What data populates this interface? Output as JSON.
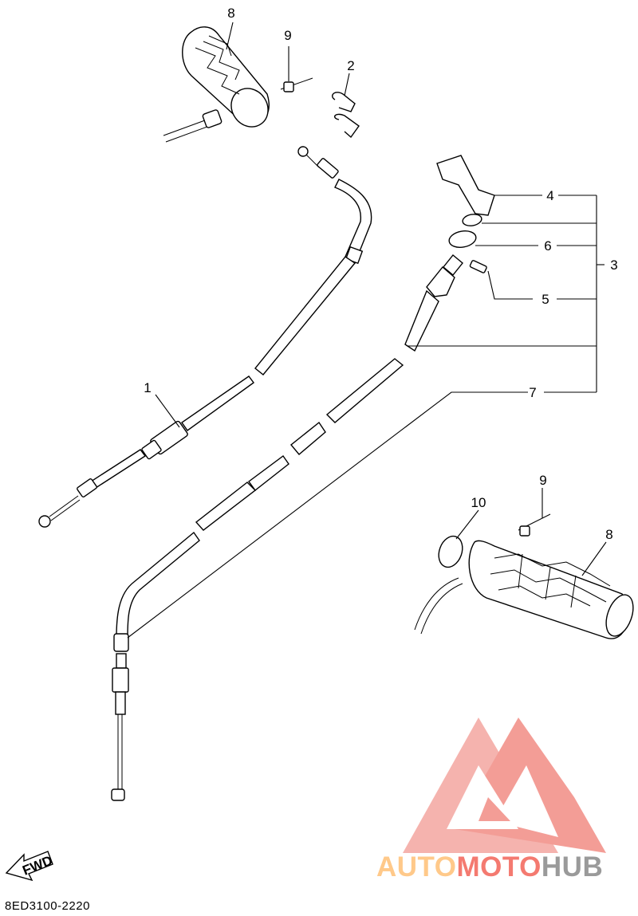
{
  "diagram": {
    "callouts": {
      "c1": "1",
      "c2": "2",
      "c3": "3",
      "c4": "4",
      "c5": "5",
      "c6": "6",
      "c7": "7",
      "c8_top": "8",
      "c8_bottom": "8",
      "c9_top": "9",
      "c9_bottom": "9",
      "c10": "10"
    },
    "fwd_label": "FWD",
    "part_code": "8ED3100-2220"
  },
  "watermark": {
    "part1": "AUTO",
    "part2": "MOTO",
    "part3": "HUB",
    "colors": {
      "orange": "#ffc98a",
      "red": "#f47a70",
      "gray": "#9a9a9a"
    }
  }
}
